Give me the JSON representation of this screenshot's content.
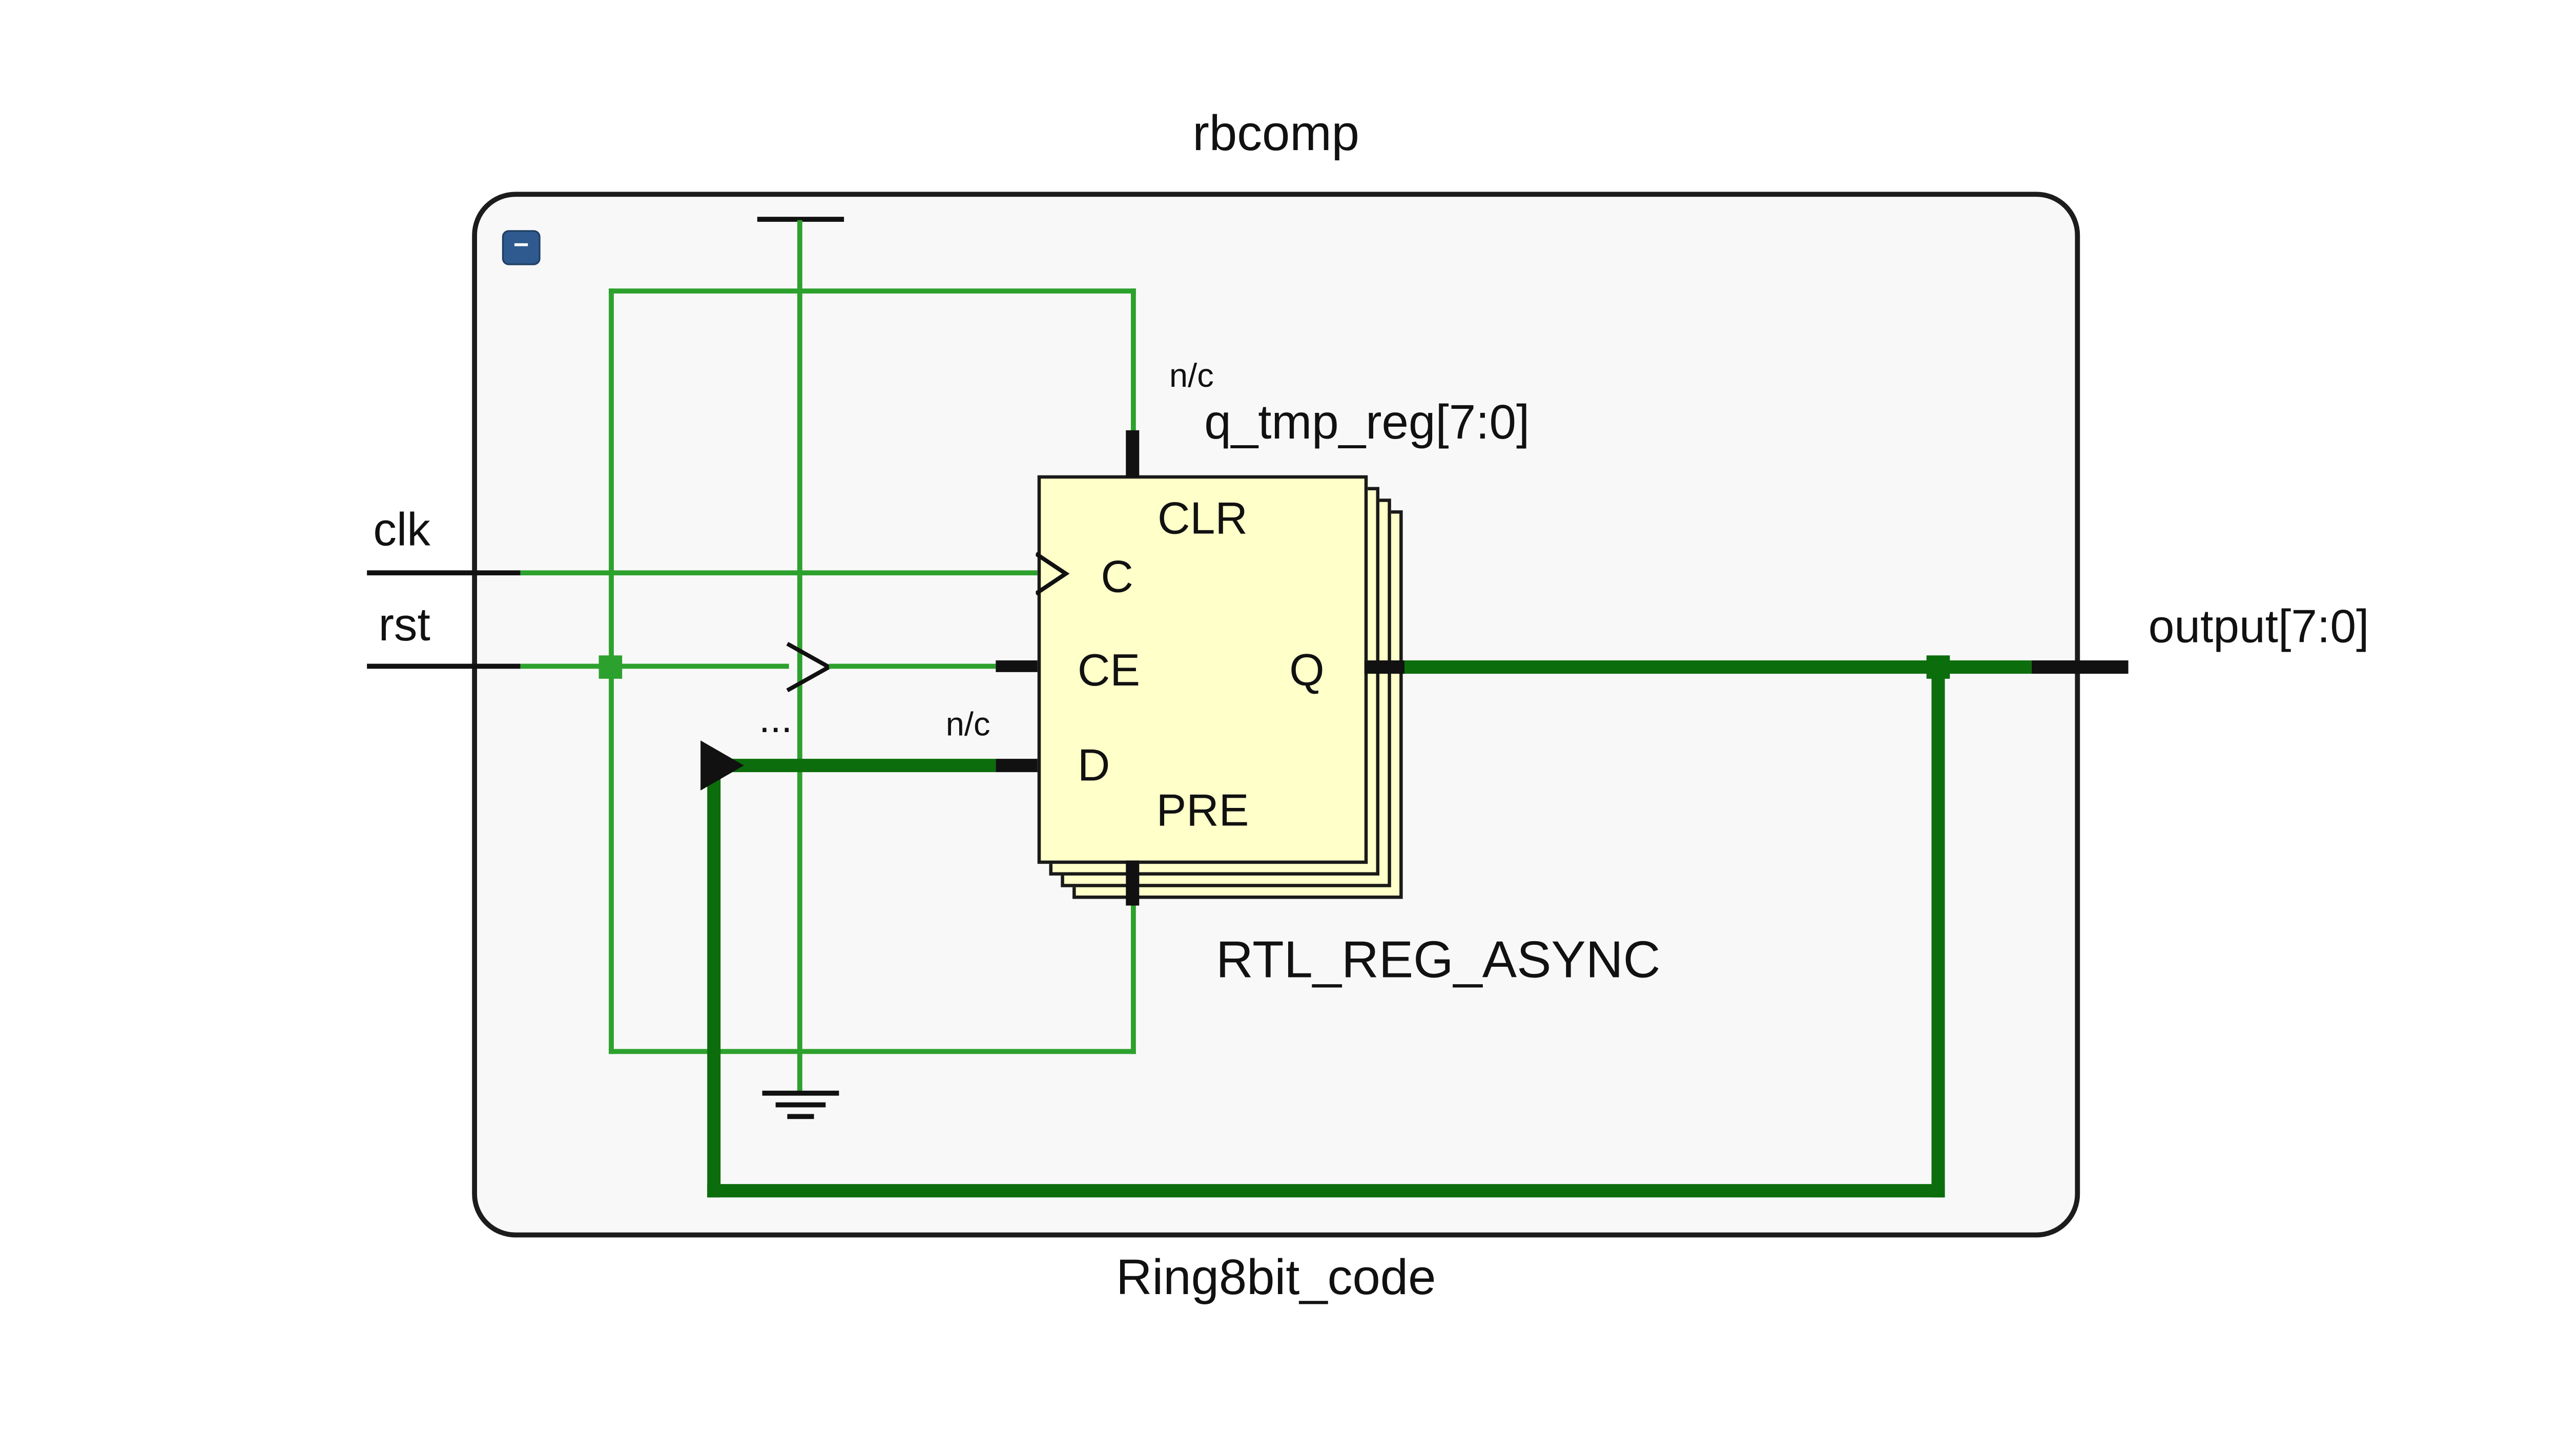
{
  "diagram": {
    "top_title": "rbcomp",
    "bottom_title": "Ring8bit_code",
    "collapse_button": "−",
    "register": {
      "instance_label": "q_tmp_reg[7:0]",
      "type_label": "RTL_REG_ASYNC",
      "pins": {
        "clr": "CLR",
        "c": "C",
        "ce": "CE",
        "d": "D",
        "q": "Q",
        "pre": "PRE"
      }
    },
    "ports": {
      "clk": "clk",
      "rst": "rst",
      "output": "output[7:0]"
    },
    "annotations": {
      "nc_clr": "n/c",
      "nc_d": "n/c",
      "collapsed_logic": "..."
    },
    "colors": {
      "wire_thin": "#2da12d",
      "wire_thick": "#0b6d0b",
      "wire_black": "#111111",
      "register_fill": "#ffffc9",
      "register_border": "#1a1a1a",
      "container_fill": "#f8f8f8",
      "container_border": "#1c1c1c",
      "button_fill": "#2f5a8f"
    }
  }
}
